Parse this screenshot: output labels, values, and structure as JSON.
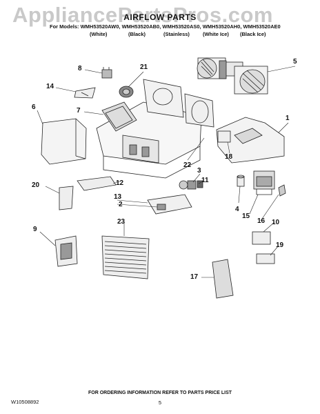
{
  "watermark": "AppliancePartsPros.com",
  "title": "AIRFLOW PARTS",
  "models_line": "For Models: WMH53520AW0, WMH53520AB0, WMH53520AS0, WMH53520AH0, WMH53520AE0",
  "variants": [
    "(White)",
    "(Black)",
    "(Stainless)",
    "(White Ice)",
    "(Black Ice)"
  ],
  "callouts": {
    "c1": "1",
    "c2": "2",
    "c3": "3",
    "c4": "4",
    "c5": "5",
    "c6": "6",
    "c7": "7",
    "c8": "8",
    "c9": "9",
    "c10": "10",
    "c11": "11",
    "c12": "12",
    "c13": "13",
    "c14": "14",
    "c15": "15",
    "c16": "16",
    "c17": "17",
    "c18": "18",
    "c19": "19",
    "c20": "20",
    "c21": "21",
    "c22": "22",
    "c23": "23"
  },
  "footer": {
    "doc_number": "W10508892",
    "ordering_note": "FOR ORDERING INFORMATION REFER TO PARTS PRICE LIST",
    "page": "5"
  }
}
